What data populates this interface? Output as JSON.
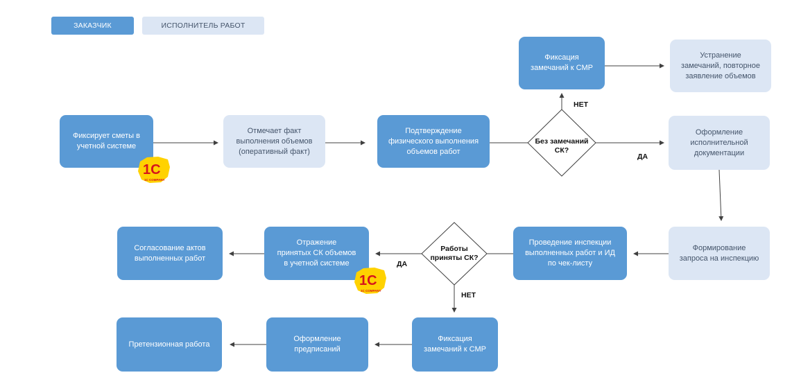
{
  "legend": {
    "customer": "ЗАКАЗЧИК",
    "contractor": "ИСПОЛНИТЕЛЬ РАБОТ"
  },
  "nodes": {
    "n1": "Фиксирует сметы в\nучетной системе",
    "n2": "Отмечает факт\nвыполнения объемов\n(оперативный факт)",
    "n3": "Подтверждение\nфизического выполнения\nобъемов работ",
    "n4": "Фиксация\nзамечаний к СМР",
    "n5": "Устранение\nзамечаний, повторное\nзаявление объемов",
    "n6": "Оформление\nисполнительной\nдокументации",
    "n7": "Формирование\nзапроса на инспекцию",
    "n8": "Проведение инспекции\nвыполненных работ и ИД\nпо чек-листу",
    "n9": "Отражение\nпринятых СК объемов\nв учетной системе",
    "n10": "Согласование актов\nвыполненных работ",
    "n11": "Фиксация\nзамечаний к СМР",
    "n12": "Оформление\nпредписаний",
    "n13": "Претензионная работа"
  },
  "decisions": {
    "d1": "Без замечаний\nСК?",
    "d2": "Работы\nприняты СК?"
  },
  "edge_labels": {
    "d1_no": "НЕТ",
    "d1_yes": "ДА",
    "d2_yes": "ДА",
    "d2_no": "НЕТ"
  },
  "logo": {
    "mark": "1C",
    "caption": "1C COMPANY"
  },
  "colors": {
    "customer": "#5a9ad5",
    "contractor": "#dce6f4",
    "line": "#404040",
    "logo_yellow": "#ffd200",
    "logo_red": "#d6141c"
  }
}
